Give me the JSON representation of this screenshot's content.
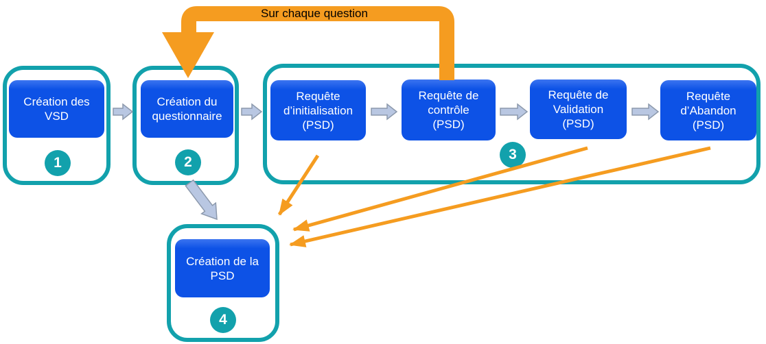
{
  "diagram": {
    "loop_label": "Sur chaque question",
    "steps": {
      "vsd": {
        "label": "Création des\nVSD",
        "number": "1"
      },
      "questionnaire": {
        "label": "Création du\nquestionnaire",
        "number": "2"
      },
      "requests_group": {
        "number": "3"
      },
      "psd": {
        "label": "Création de la\nPSD",
        "number": "4"
      }
    },
    "requests": {
      "initialisation": {
        "label": "Requête\nd’initialisation\n(PSD)"
      },
      "controle": {
        "label": "Requête de\ncontrôle\n(PSD)"
      },
      "validation": {
        "label": "Requête de\nValidation\n(PSD)"
      },
      "abandon": {
        "label": "Requête\nd’Abandon\n(PSD)"
      }
    },
    "colors": {
      "teal_outline": "#12A1AC",
      "box_blue": "#0D52E6",
      "loop_orange": "#F59C20",
      "flow_arrow_fill": "#B9C7E2",
      "flow_arrow_stroke": "#8C99AC",
      "box_text": "#FFFFFF",
      "loop_label_text": "#000000",
      "background": "#FFFFFF"
    }
  }
}
